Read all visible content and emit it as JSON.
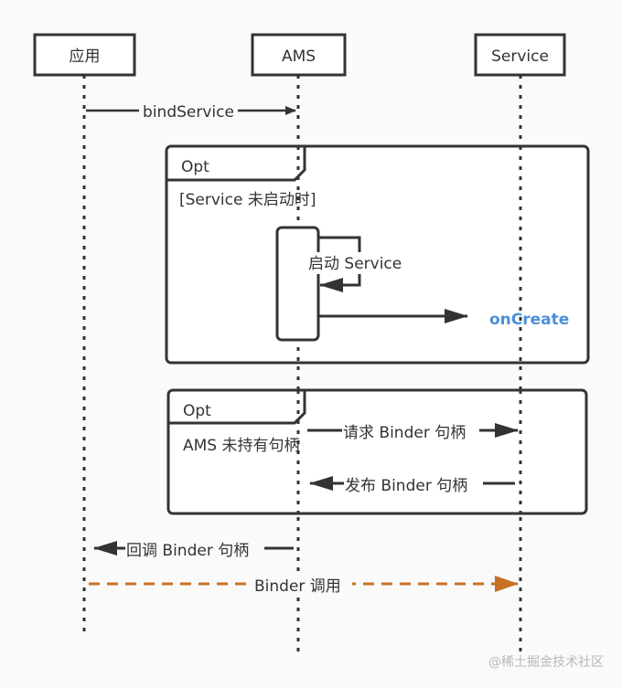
{
  "participants": [
    {
      "id": "app",
      "label": "应用"
    },
    {
      "id": "ams",
      "label": "AMS"
    },
    {
      "id": "service",
      "label": "Service"
    }
  ],
  "messages": {
    "bind_service": "bindService",
    "start_service": "启动 Service",
    "on_create": "onCreate",
    "request_binder": "请求 Binder 句柄",
    "publish_binder": "发布 Binder 句柄",
    "callback_binder": "回调 Binder 句柄",
    "binder_call": "Binder 调用"
  },
  "fragments": [
    {
      "operator": "Opt",
      "guard": "[Service 未启动时]"
    },
    {
      "operator": "Opt",
      "guard": "AMS 未持有句柄"
    }
  ],
  "colors": {
    "line": "#333333",
    "accent_blue": "#4a90d9",
    "accent_orange": "#c87124"
  },
  "watermark": "@稀土掘金技术社区"
}
